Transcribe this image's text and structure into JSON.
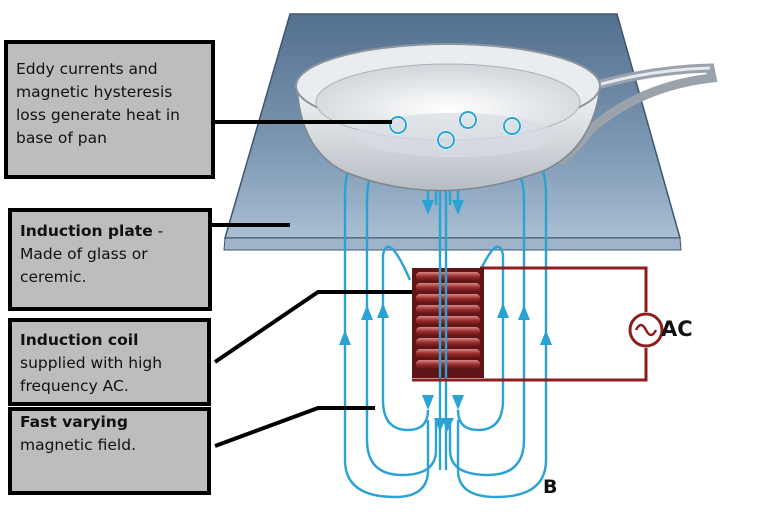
{
  "labels": {
    "eddy": "Eddy currents and magnetic hysteresis loss generate heat in base of pan",
    "plate_title": "Induction plate",
    "plate_sep": " - ",
    "plate_body": "Made of glass or ceremic.",
    "coil_title": "Induction coil",
    "coil_body": "supplied with high frequency AC.",
    "field_title": "Fast varying",
    "field_body": "magnetic field.",
    "ac": "AC",
    "b": "B"
  },
  "colors": {
    "plate": "#5d7a99",
    "field_lines": "#2aa3d4",
    "coil": "#9b2b2b",
    "wire": "#8e1e1e",
    "box_fill": "#bdbdbd"
  },
  "icons": [
    "eddy-current-swirl-icon",
    "field-arrow-icon",
    "ac-source-icon"
  ]
}
